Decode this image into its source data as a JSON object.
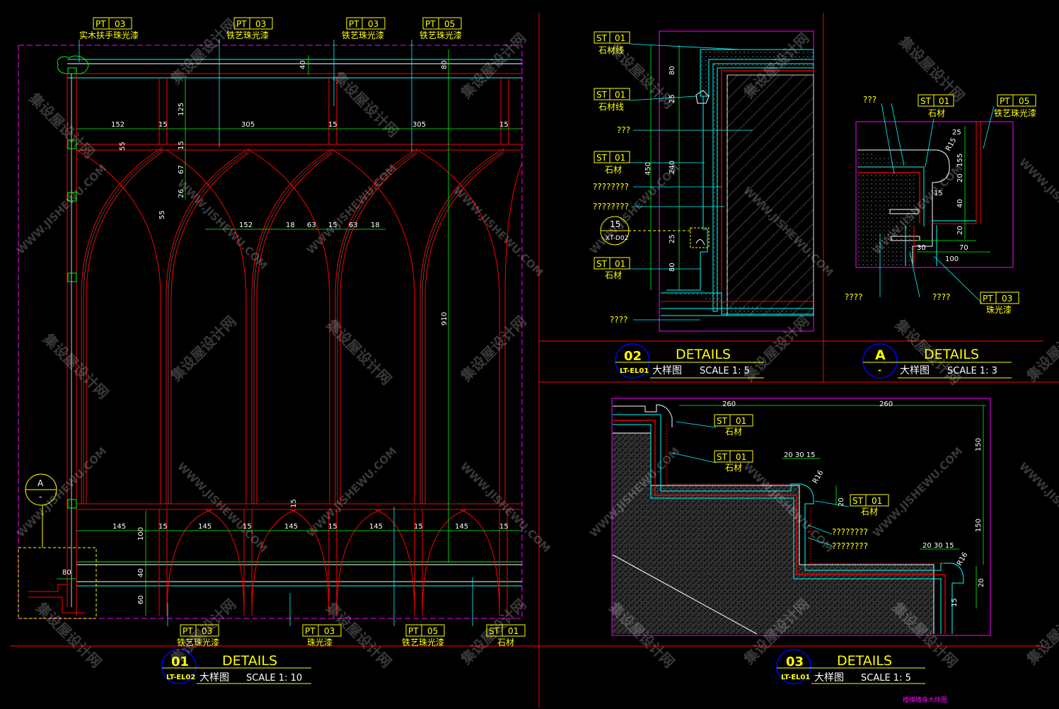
{
  "panel01": {
    "tags_top": [
      {
        "code": "PT",
        "num": "03",
        "label": "实木扶手珠光漆"
      },
      {
        "code": "PT",
        "num": "03",
        "label": "铁艺珠光漆"
      },
      {
        "code": "PT",
        "num": "03",
        "label": "铁艺珠光漆"
      },
      {
        "code": "PT",
        "num": "05",
        "label": "铁艺珠光漆"
      }
    ],
    "tags_bottom": [
      {
        "code": "PT",
        "num": "03",
        "label": "铁艺珠光漆"
      },
      {
        "code": "PT",
        "num": "03",
        "label": "珠光漆"
      },
      {
        "code": "PT",
        "num": "05",
        "label": "铁艺珠光漆"
      },
      {
        "code": "ST",
        "num": "01",
        "label": "石材"
      }
    ],
    "dims": {
      "d40": "40",
      "d80": "80",
      "d125": "125",
      "d152": "152",
      "d15": "15",
      "d305": "305",
      "d55": "55",
      "d67": "67",
      "d26": "26",
      "d63": "63",
      "d18": "18",
      "d910": "910",
      "d145": "145",
      "d100": "100",
      "d60": "60"
    },
    "section_marker": {
      "top": "A",
      "bottom": "-"
    },
    "title": {
      "num": "01",
      "ref": "LT-EL02",
      "heading": "DETAILS",
      "cn": "大样图",
      "scale": "SCALE  1: 10"
    }
  },
  "panel02": {
    "tags": [
      {
        "code": "ST",
        "num": "01",
        "label": "石材线"
      },
      {
        "code": "ST",
        "num": "01",
        "label": "石材线"
      },
      {
        "code": "ST",
        "num": "01",
        "label": "石材"
      },
      {
        "code": "ST",
        "num": "01",
        "label": "石材"
      }
    ],
    "unknown_labels": [
      "???",
      "????????",
      "????????",
      "????"
    ],
    "dims": {
      "d80": "80",
      "d25": "25",
      "d450": "450",
      "d240": "240"
    },
    "callout": {
      "top": "15",
      "bottom": "XT-D02"
    },
    "title": {
      "num": "02",
      "ref": "LT-EL01",
      "heading": "DETAILS",
      "cn": "大样图",
      "scale": "SCALE  1: 5"
    }
  },
  "panelA": {
    "tags": [
      {
        "code": "ST",
        "num": "01",
        "label": "石材"
      },
      {
        "code": "PT",
        "num": "05",
        "label": "铁艺珠光漆"
      },
      {
        "code": "PT",
        "num": "03",
        "label": "珠光漆"
      }
    ],
    "unknown_labels": [
      "???",
      "????",
      "????"
    ],
    "dims": {
      "d25": "25",
      "r15": "R15",
      "d155": "155",
      "d20": "20",
      "d15": "15",
      "d40": "40",
      "d30": "30",
      "d70": "70",
      "d100": "100"
    },
    "title": {
      "num": "A",
      "ref": "-",
      "heading": "DETAILS",
      "cn": "大样图",
      "scale": "SCALE  1: 3"
    }
  },
  "panel03": {
    "tags": [
      {
        "code": "ST",
        "num": "01",
        "label": "石材"
      },
      {
        "code": "ST",
        "num": "01",
        "label": "石材"
      },
      {
        "code": "ST",
        "num": "01",
        "label": "石材"
      }
    ],
    "unknown_labels": [
      "????????",
      "????????"
    ],
    "dims": {
      "d260a": "260",
      "d260b": "260",
      "d150a": "150",
      "d150b": "150",
      "d203015": "20 30 15",
      "r16": "R16",
      "d20": "20",
      "d15": "15"
    },
    "title": {
      "num": "03",
      "ref": "LT-EL01",
      "heading": "DETAILS",
      "cn": "大样图",
      "scale": "SCALE  1: 5"
    },
    "caption": "楼梯墙身大样图"
  },
  "watermark": {
    "cn": "集设屋设计网",
    "en": "WWW.JISHEWU.COM"
  },
  "colors": {
    "red": "#ff0000",
    "yellow": "#ffff00",
    "magenta": "#ff00ff",
    "cyan": "#00ffff",
    "green": "#00ff00",
    "white": "#ffffff",
    "blue": "#0000ff"
  }
}
